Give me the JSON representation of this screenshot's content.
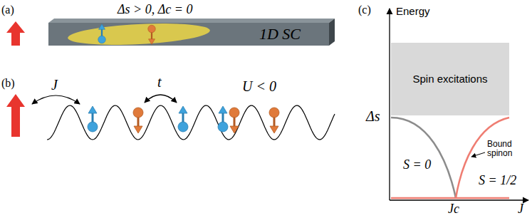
{
  "diagram": {
    "nodes": [
      {
        "text": [
          "1D SC"
        ]
      },
      {
        "text": [
          "Spin excitations"
        ]
      }
    ],
    "labels": [
      "(a)",
      "Δs > 0, Δc = 0",
      "(b)",
      "J",
      "t",
      "U < 0",
      "(c)",
      "Energy",
      "Δs",
      "S = 0",
      "S = 1/2",
      "Bound spinon",
      "Jc",
      "J"
    ]
  }
}
